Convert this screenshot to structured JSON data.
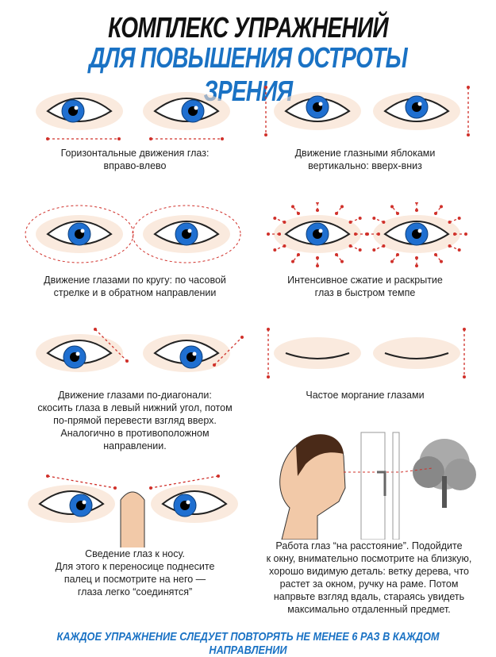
{
  "title": {
    "line1": "КОМПЛЕКС УПРАЖНЕНИЙ",
    "line2": "ДЛЯ ПОВЫШЕНИЯ ОСТРОТЫ ЗРЕНИЯ"
  },
  "exercises": [
    {
      "lines": [
        "Горизонтальные движения глаз:",
        "вправо-влево"
      ]
    },
    {
      "lines": [
        "Движение глазными яблоками",
        "вертикально: вверх-вниз"
      ]
    },
    {
      "lines": [
        "Движение глазами по кругу: по часовой",
        "стрелке и в обратном направлении"
      ]
    },
    {
      "lines": [
        "Интенсивное сжатие и раскрытие",
        "глаз в быстром темпе"
      ]
    },
    {
      "lines": [
        "Движение глазами по-диагонали:",
        "скосить глаза в левый нижний угол, потом",
        "по-прямой перевести взгляд вверх.",
        "Аналогично в противоположном",
        "направлении."
      ]
    },
    {
      "lines": [
        "Частое моргание глазами"
      ]
    },
    {
      "lines": [
        "Сведение глаз к носу.",
        "Для этого к переносице поднесите",
        "палец и посмотрите на него —",
        "глаза легко “соединятся”"
      ]
    },
    {
      "lines": [
        "Работа глаз “на расстояние”. Подойдите",
        "к окну, внимательно посмотрите на близкую,",
        "хорошо видимую деталь: ветку дерева, что",
        "растет за окном, ручку на раме. Потом",
        "напрвьте взгляд вдаль, стараясь увидеть",
        "максимально отдаленный предмет."
      ]
    }
  ],
  "footer": "КАЖДОЕ УПРАЖНЕНИЕ СЛЕДУЕТ ПОВТОРЯТЬ НЕ МЕНЕЕ 6 РАЗ В КАЖДОМ НАПРАВЛЕНИИ",
  "colors": {
    "accent": "#1a72c4",
    "iris": "#1f6fd0",
    "arrow": "#d0302a"
  }
}
